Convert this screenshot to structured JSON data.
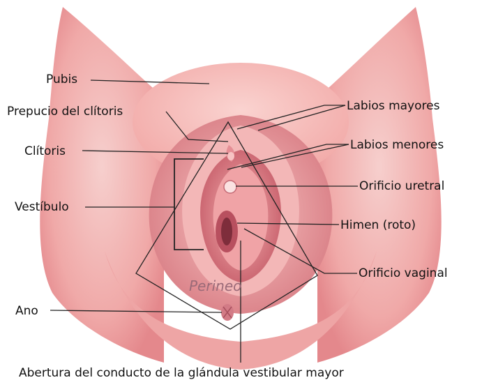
{
  "labels": {
    "pubis": "Pubis",
    "prepucio": "Prepucio del clítoris",
    "clitoris": "Clítoris",
    "vestibulo": "Vestíbulo",
    "ano": "Ano",
    "labios_mayores": "Labios mayores",
    "labios_menores": "Labios menores",
    "orificio_uretral": "Orificio uretral",
    "himen": "Himen (roto)",
    "orificio_vaginal": "Orificio vaginal",
    "abertura": "Abertura del conducto de la glándula vestibular mayor"
  },
  "region_labels": {
    "perineo": "Perineo"
  },
  "colors": {
    "skin_light": "#f7c9c7",
    "skin_mid": "#ef9e9c",
    "skin_dark": "#d9707a",
    "line": "#222222"
  }
}
